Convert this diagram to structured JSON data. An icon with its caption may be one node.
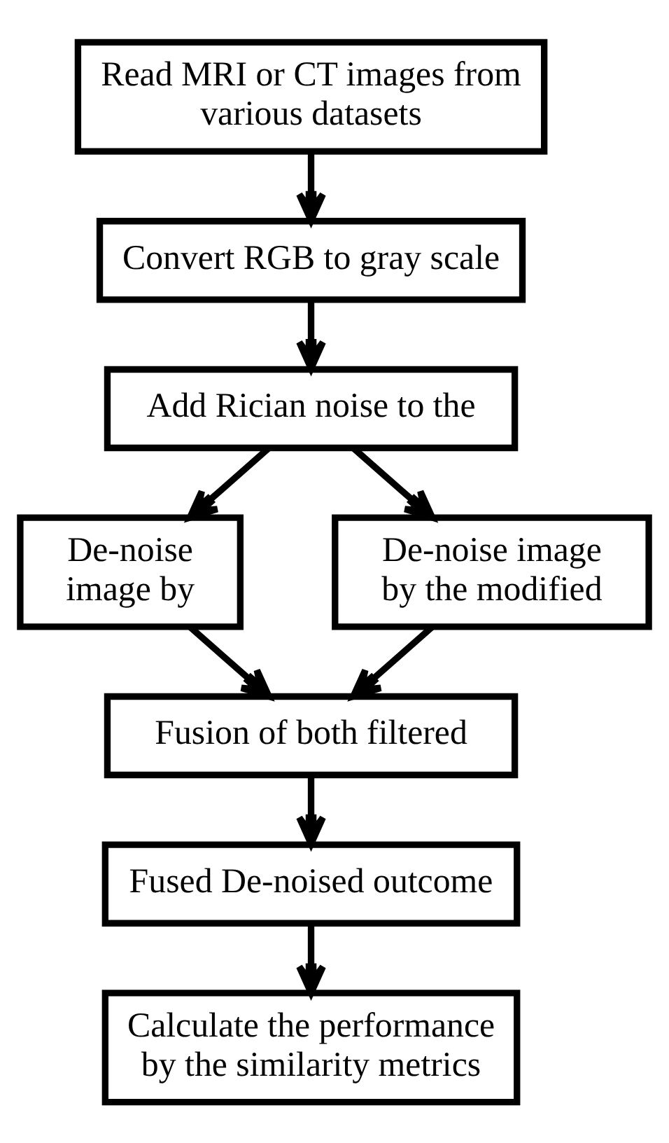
{
  "diagram": {
    "nodes": [
      {
        "text": [
          "Read MRI or CT images from various datasets"
        ]
      },
      {
        "text": [
          "Convert RGB to gray scale"
        ]
      },
      {
        "text": [
          "Add Rician noise to the"
        ]
      },
      {
        "text": [
          "De-noise image by"
        ]
      },
      {
        "text": [
          "De-noise image by the modified"
        ]
      },
      {
        "text": [
          "Fusion of both filtered"
        ]
      },
      {
        "text": [
          "Fused De-noised outcome"
        ]
      },
      {
        "text": [
          "Calculate the performance by the similarity metrics"
        ]
      }
    ],
    "edges": [
      {
        "from": 0,
        "to": 1,
        "arrow": "to"
      },
      {
        "from": 1,
        "to": 2,
        "arrow": "to"
      },
      {
        "from": 2,
        "to": 3,
        "arrow": "to"
      },
      {
        "from": 2,
        "to": 4,
        "arrow": "to"
      },
      {
        "from": 3,
        "to": 5,
        "arrow": "to"
      },
      {
        "from": 4,
        "to": 5,
        "arrow": "to"
      },
      {
        "from": 5,
        "to": 6,
        "arrow": "to"
      },
      {
        "from": 6,
        "to": 7,
        "arrow": "to"
      }
    ]
  }
}
